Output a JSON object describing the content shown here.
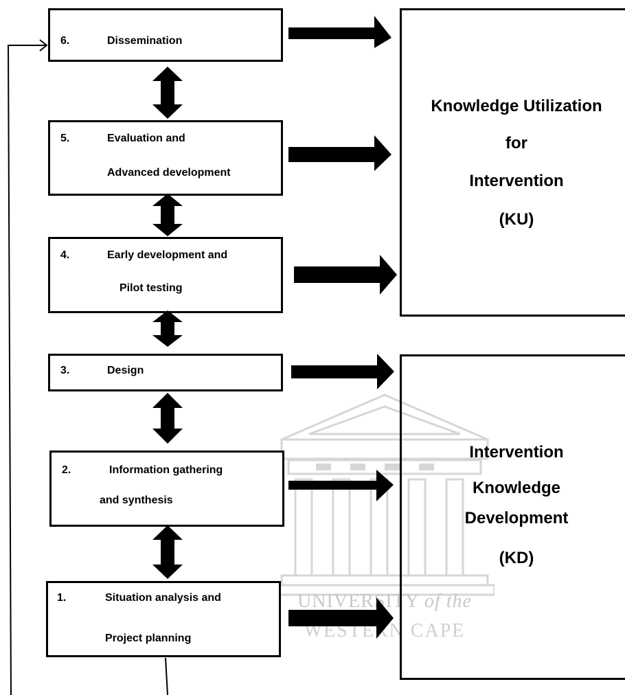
{
  "stages": [
    {
      "num": "6.",
      "lines": [
        "Dissemination"
      ]
    },
    {
      "num": "5.",
      "lines": [
        "Evaluation and",
        "Advanced development"
      ]
    },
    {
      "num": "4.",
      "lines": [
        "Early development and",
        "Pilot testing"
      ]
    },
    {
      "num": "3.",
      "lines": [
        "Design"
      ]
    },
    {
      "num": "2.",
      "lines": [
        "Information gathering",
        "and synthesis"
      ]
    },
    {
      "num": "1.",
      "lines": [
        "Situation analysis and",
        "Project planning"
      ]
    }
  ],
  "ku": {
    "lines": [
      "Knowledge Utilization",
      "for",
      "Intervention",
      "(KU)"
    ]
  },
  "kd": {
    "lines": [
      "Intervention",
      "Knowledge",
      "Development",
      "(KD)"
    ]
  },
  "watermark": {
    "line1_main": "UNIVERSITY",
    "line1_italic": "of the",
    "line2": "WESTERN CAPE"
  },
  "colors": {
    "stroke": "#000000",
    "watermark": "#c8c8c8",
    "background": "#ffffff"
  }
}
